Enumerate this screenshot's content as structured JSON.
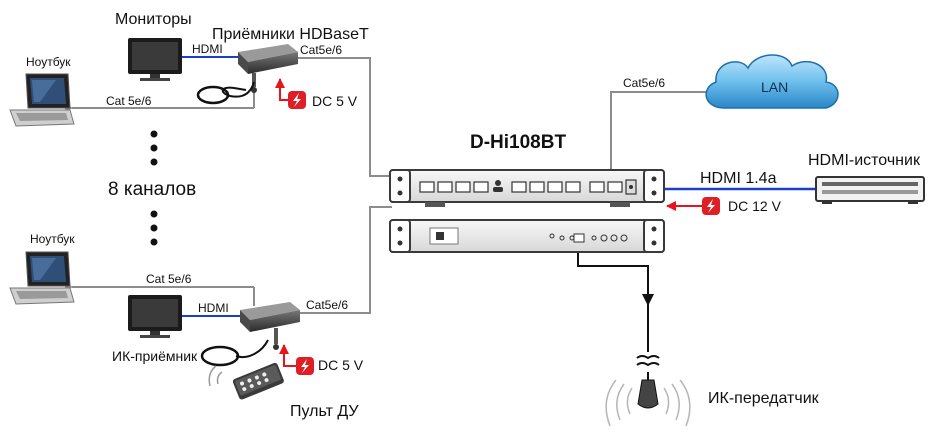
{
  "labels": {
    "monitors": "Мониторы",
    "receivers": "Приёмники HDBaseT",
    "hdmi_top": "HDMI",
    "cat_top": "Cat5e/6",
    "laptop_top": "Ноутбук",
    "cat_laptop_top": "Cat 5e/6",
    "dc_top": "DC 5 V",
    "channels": "8 каналов",
    "laptop_bottom": "Ноутбук",
    "cat_laptop_bottom": "Cat 5e/6",
    "hdmi_bottom": "HDMI",
    "cat_bottom": "Cat5e/6",
    "ir_receiver": "ИК-приёмник",
    "dc_bottom": "DC 5 V",
    "remote": "Пульт ДУ",
    "device": "D-Hi108BT",
    "lan_cable": "Cat5e/6",
    "lan": "LAN",
    "hdmi_14": "HDMI 1.4a",
    "hdmi_source": "HDMI-источник",
    "dc_12": "DC 12 V",
    "ir_transmitter": "ИК-передатчик"
  },
  "colors": {
    "hdmi_line": "#1a3fd0",
    "cat_line": "#8c8c8c",
    "power_line": "#e8141b",
    "power_badge": "#e01e26",
    "cloud_top": "#8fd0f2",
    "cloud_bottom": "#2f8fd0",
    "device_body": "#e9e9e9",
    "device_edge": "#3a3a3a"
  },
  "icons": {
    "power": "lightning-bolt-icon",
    "laptop": "laptop-icon",
    "monitor": "monitor-icon",
    "receiver": "hdbaset-receiver-icon",
    "cloud": "cloud-icon",
    "remote": "remote-control-icon",
    "ir_emitter": "ir-emitter-icon"
  }
}
